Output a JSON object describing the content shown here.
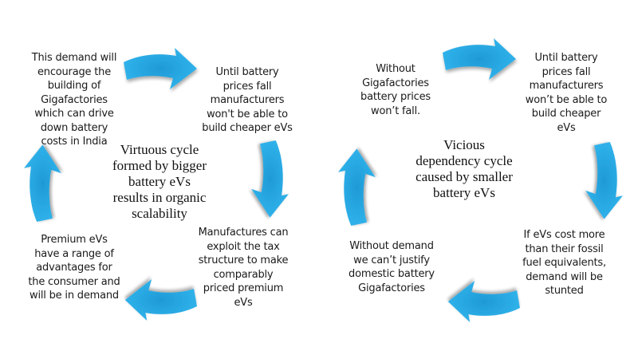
{
  "colors": {
    "arrow_fill": "#2aaee8",
    "arrow_highlight": "#1e9ad6",
    "text": "#1a1a1a",
    "background": "#ffffff"
  },
  "virtuous_cycle": {
    "center_label": "Virtuous cycle\nformed by bigger\nbattery eVs\nresults in organic\nscalability",
    "nodes": {
      "top_left": "This demand will\nencourage the\nbuilding of\nGigafactories\nwhich can drive\ndown battery\ncosts in India",
      "top_right": "Until battery\nprices fall\nmanufacturers\nwon't be able to\nbuild cheaper eVs",
      "bottom_right": "Manufactures can\nexploit the tax\nstructure to make\ncomparably\npriced premium\neVs",
      "bottom_left": "Premium eVs\nhave a range of\nadvantages for\nthe consumer and\nwill be in demand"
    },
    "arrows": [
      "arrow-right",
      "arrow-down",
      "arrow-left",
      "arrow-up"
    ]
  },
  "vicious_cycle": {
    "center_label": "Vicious\ndependency cycle\ncaused by smaller\nbattery eVs",
    "nodes": {
      "top_left": "Without\nGigafactories\nbattery prices\nwon’t fall.",
      "top_right": "Until battery\nprices fall\nmanufacturers\nwon’t be able to\nbuild cheaper\neVs",
      "bottom_right": "If eVs cost more\nthan their fossil\nfuel equivalents,\ndemand will be\nstunted",
      "bottom_left": "Without demand\nwe can’t justify\ndomestic battery\nGigafactories"
    },
    "arrows": [
      "arrow-right",
      "arrow-down",
      "arrow-left",
      "arrow-up"
    ]
  }
}
